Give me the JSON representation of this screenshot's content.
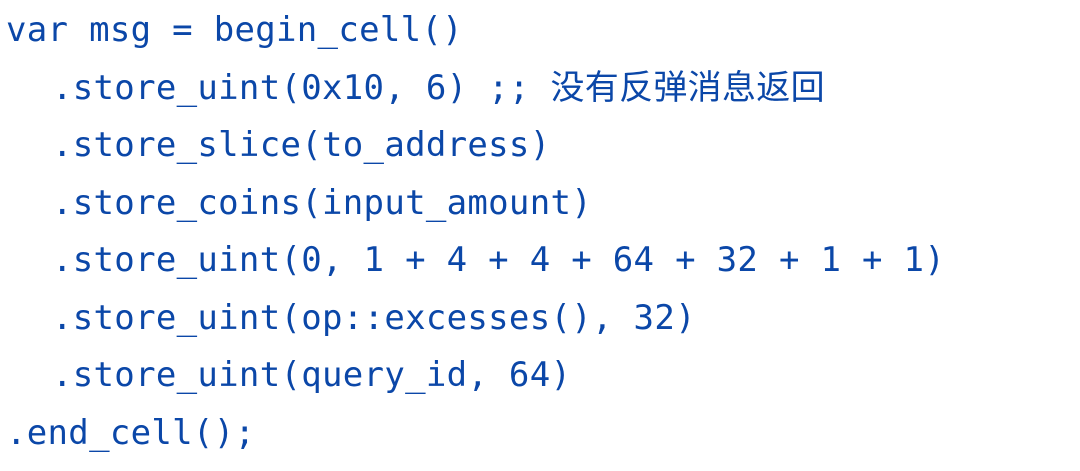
{
  "code": {
    "lines": [
      "var msg = begin_cell()",
      ".store_uint(0x10, 6) ;; 没有反弹消息返回",
      ".store_slice(to_address)",
      ".store_coins(input_amount)",
      ".store_uint(0, 1 + 4 + 4 + 64 + 32 + 1 + 1)",
      ".store_uint(op::excesses(), 32)",
      ".store_uint(query_id, 64)",
      ".end_cell();"
    ],
    "text_color": "#0b47a8"
  }
}
